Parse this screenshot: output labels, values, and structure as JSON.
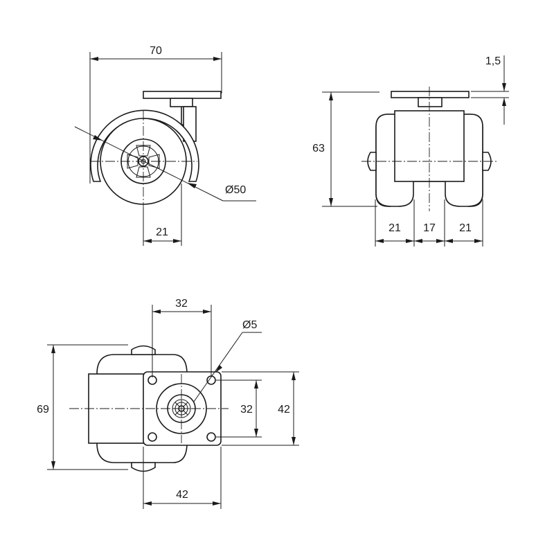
{
  "side_view": {
    "width_label": "70",
    "diameter_label": "Ø50",
    "offset_label": "21"
  },
  "front_view": {
    "plate_thickness_label": "1,5",
    "height_label": "63",
    "left_wheel_label": "21",
    "gap_label": "17",
    "right_wheel_label": "21"
  },
  "top_view": {
    "hole_spacing_label": "32",
    "hole_diameter_label": "Ø5",
    "hole_spacing_v_label": "32",
    "plate_height_label": "42",
    "overall_height_label": "69",
    "plate_width_label": "42"
  },
  "colors": {
    "line": "#1a1a1a",
    "background": "#ffffff"
  }
}
